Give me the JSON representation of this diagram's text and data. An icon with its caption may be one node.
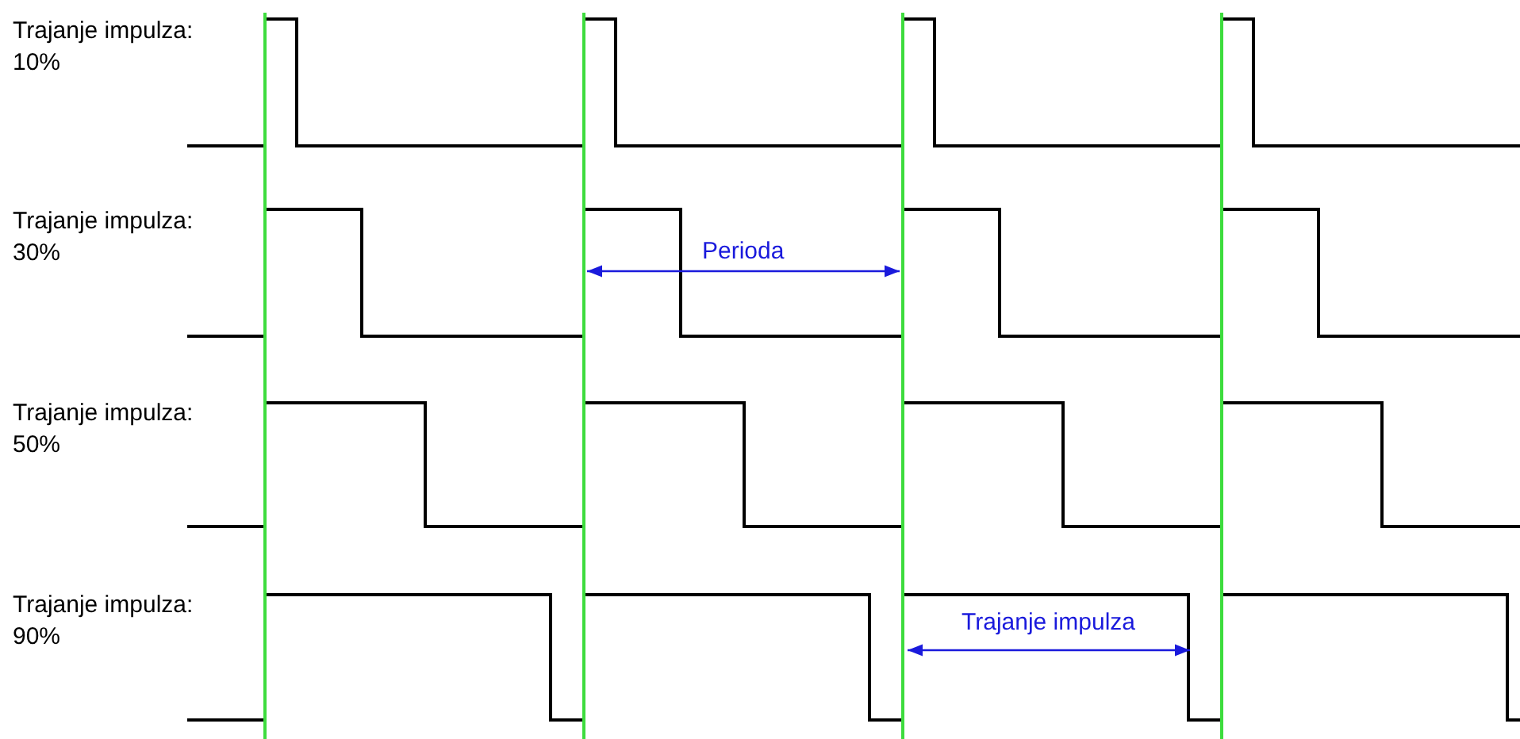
{
  "diagram": {
    "labels": [
      "Trajanje impulza: 10%",
      "Trajanje impulza: 30%",
      "Trajanje impulza: 50%",
      "Trajanje impulza: 90%",
      "Perioda",
      "Trajanje impulza"
    ]
  }
}
